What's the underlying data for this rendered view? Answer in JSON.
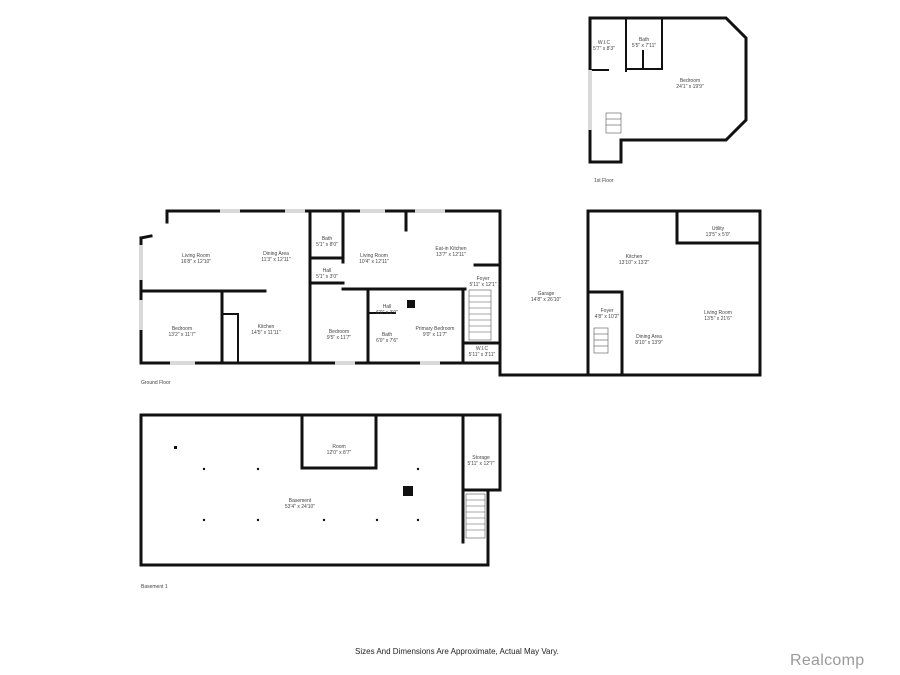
{
  "floors": {
    "first_floor": {
      "label": "1st Floor",
      "rooms": [
        {
          "name": "W.I.C",
          "dims": "5'7\" x 8'3\""
        },
        {
          "name": "Bath",
          "dims": "5'5\" x 7'11\""
        },
        {
          "name": "Bedroom",
          "dims": "24'1\" x 19'9\""
        }
      ]
    },
    "ground_floor": {
      "label": "Ground Floor",
      "rooms": [
        {
          "name": "Living Room",
          "dims": "16'8\" x 12'10\""
        },
        {
          "name": "Dining Area",
          "dims": "11'3\" x 12'11\""
        },
        {
          "name": "Bedroom",
          "dims": "13'2\" x 11'7\""
        },
        {
          "name": "Kitchen",
          "dims": "14'5\" x 11'11\""
        },
        {
          "name": "Bath",
          "dims": "5'1\" x 8'0\""
        },
        {
          "name": "Hall",
          "dims": "5'1\" x 3'0\""
        },
        {
          "name": "Living Room",
          "dims": "10'4\" x 12'11\""
        },
        {
          "name": "Bedroom",
          "dims": "9'5\" x 11'7\""
        },
        {
          "name": "Hall",
          "dims": "6'0\" x 3'9\""
        },
        {
          "name": "Bath",
          "dims": "6'0\" x 7'6\""
        },
        {
          "name": "Eat-in Kitchen",
          "dims": "13'7\" x 12'11\""
        },
        {
          "name": "Foyer",
          "dims": "5'11\" x 12'1\""
        },
        {
          "name": "Primary Bedroom",
          "dims": "9'0\" x 11'7\""
        },
        {
          "name": "W.I.C",
          "dims": "5'11\" x 3'11\""
        },
        {
          "name": "Garage",
          "dims": "14'8\" x 26'10\""
        },
        {
          "name": "Kitchen",
          "dims": "13'10\" x 13'2\""
        },
        {
          "name": "Utility",
          "dims": "13'5\" x 5'0\""
        },
        {
          "name": "Foyer",
          "dims": "4'8\" x 10'2\""
        },
        {
          "name": "Dining Area",
          "dims": "8'10\" x 13'9\""
        },
        {
          "name": "Living Room",
          "dims": "13'5\" x 21'6\""
        }
      ]
    },
    "basement": {
      "label": "Basement 1",
      "rooms": [
        {
          "name": "Room",
          "dims": "12'0\" x 8'7\""
        },
        {
          "name": "Storage",
          "dims": "5'11\" x 12'7\""
        },
        {
          "name": "Basement",
          "dims": "53'4\" x 24'10\""
        }
      ]
    }
  },
  "footer": {
    "disclaimer": "Sizes And Dimensions Are Approximate, Actual May Vary.",
    "brand": "Realcomp"
  },
  "colors": {
    "wall": "#111111",
    "window": "#d9d9d9",
    "brand": "#9a9a9a"
  }
}
